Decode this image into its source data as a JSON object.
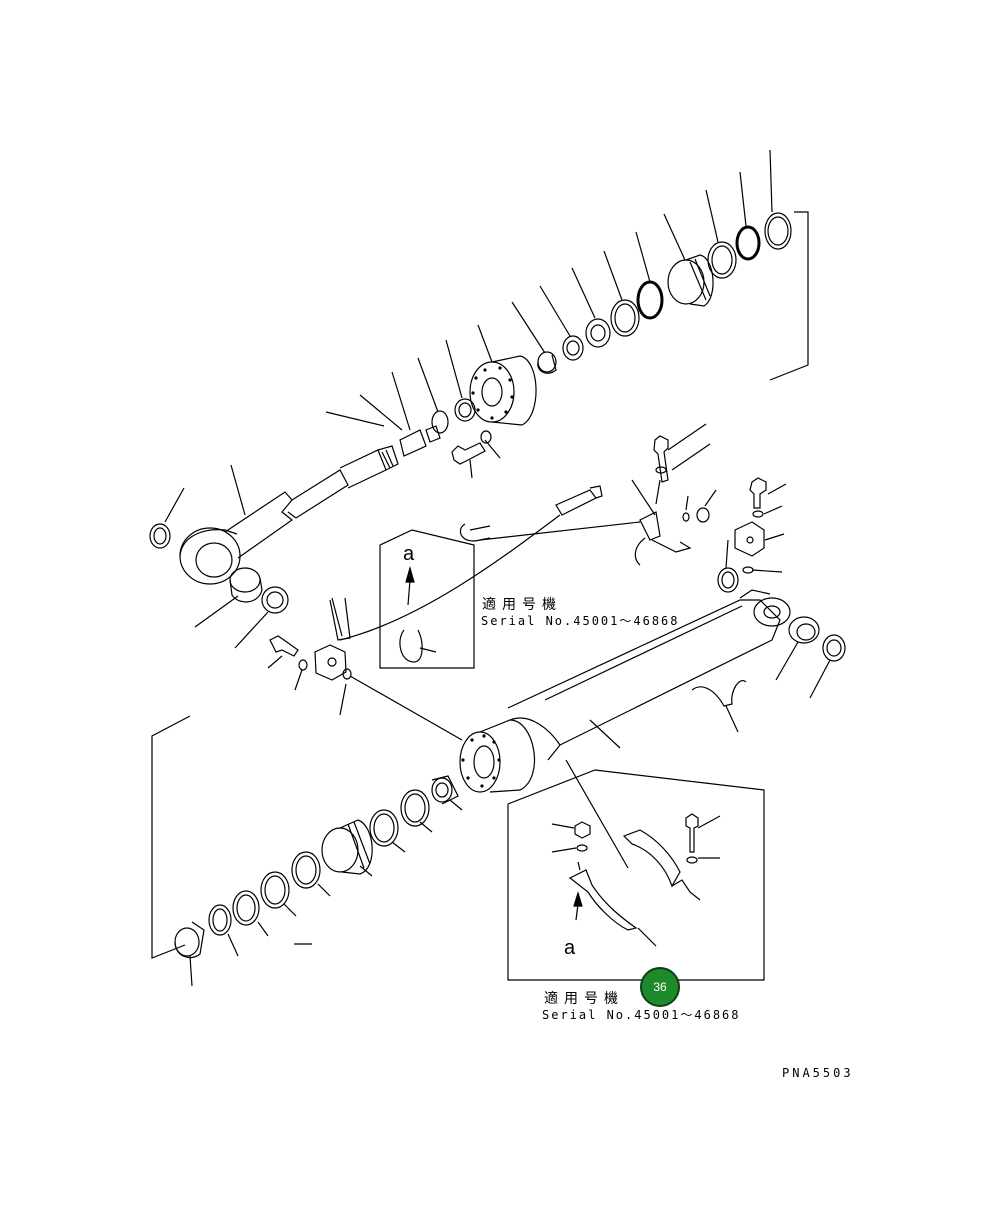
{
  "inset_top": {
    "ref_letter": "a",
    "applicable_label": "適用号機",
    "serial_label": "Serial No.45001～46868"
  },
  "inset_bottom": {
    "ref_letter": "a",
    "applicable_label": "適用号機",
    "serial_label": "Serial No.45001～46868"
  },
  "callout_badge": {
    "number": "36",
    "color": "#1f8a2c"
  },
  "drawing_code": "PNA5503"
}
